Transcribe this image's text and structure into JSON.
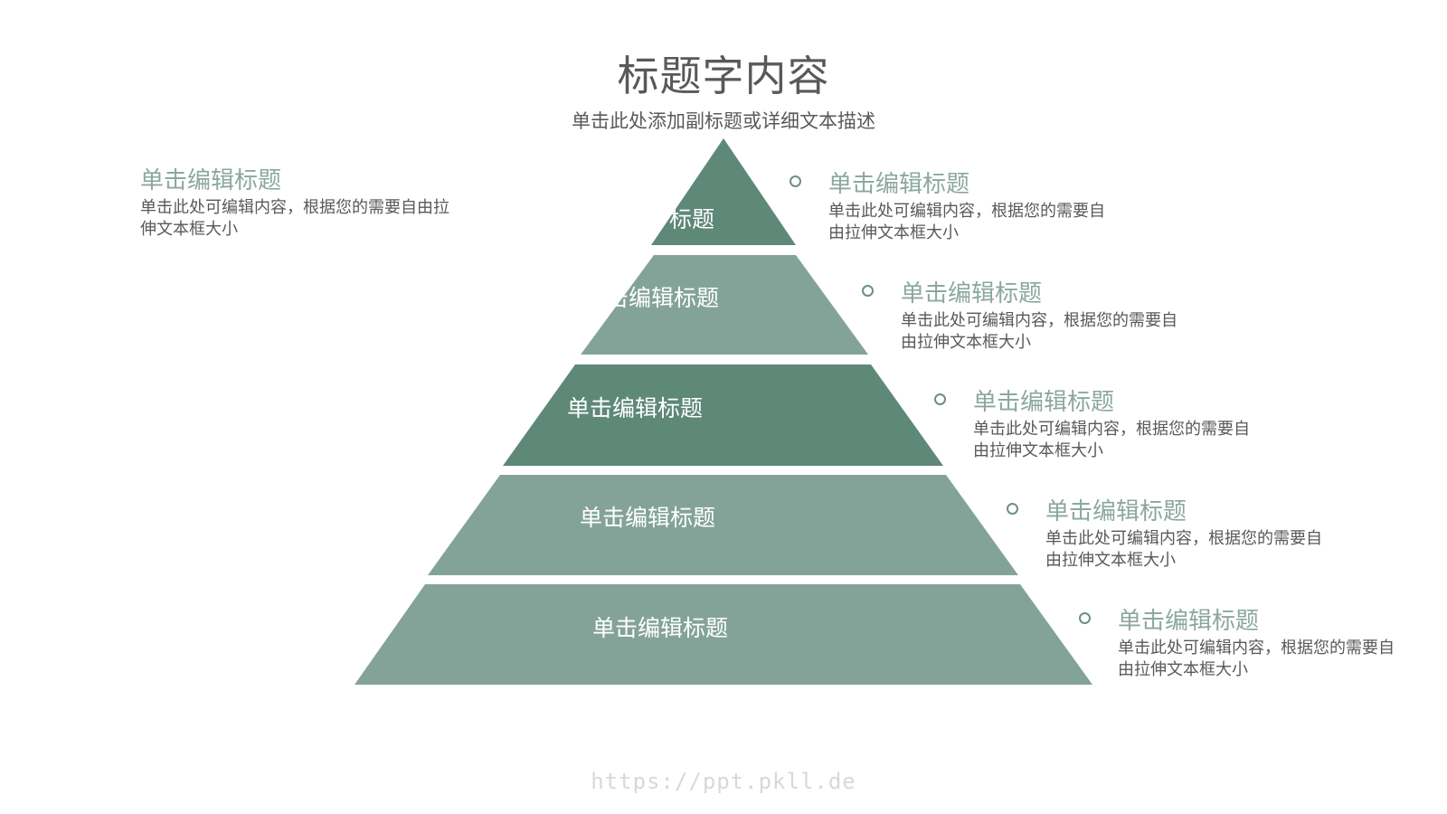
{
  "header": {
    "title": "标题字内容",
    "subtitle": "单击此处添加副标题或详细文本描述"
  },
  "colors": {
    "dark_layer": "#5e8878",
    "light_layer": "#84a398",
    "accent_title": "#8ba89d",
    "body_text": "#595959"
  },
  "pyramid": {
    "layers": [
      {
        "label": "标题",
        "tone": "dark"
      },
      {
        "label": "击编辑标题",
        "tone": "light"
      },
      {
        "label": "单击编辑标题",
        "tone": "dark"
      },
      {
        "label": "单击编辑标题",
        "tone": "light"
      },
      {
        "label": "单击编辑标题",
        "tone": "light"
      }
    ]
  },
  "left_note": {
    "title": "单击编辑标题",
    "desc": "单击此处可编辑内容，根据您的需要自由拉伸文本框大小"
  },
  "side_items": [
    {
      "title": "单击编辑标题",
      "desc": "单击此处可编辑内容，根据您的需要自由拉伸文本框大小"
    },
    {
      "title": "单击编辑标题",
      "desc": "单击此处可编辑内容，根据您的需要自由拉伸文本框大小"
    },
    {
      "title": "单击编辑标题",
      "desc": "单击此处可编辑内容，根据您的需要自由拉伸文本框大小"
    },
    {
      "title": "单击编辑标题",
      "desc": "单击此处可编辑内容，根据您的需要自由拉伸文本框大小"
    },
    {
      "title": "单击编辑标题",
      "desc": "单击此处可编辑内容，根据您的需要自由拉伸文本框大小"
    }
  ],
  "footer": {
    "watermark": "https://ppt.pkll.de"
  }
}
